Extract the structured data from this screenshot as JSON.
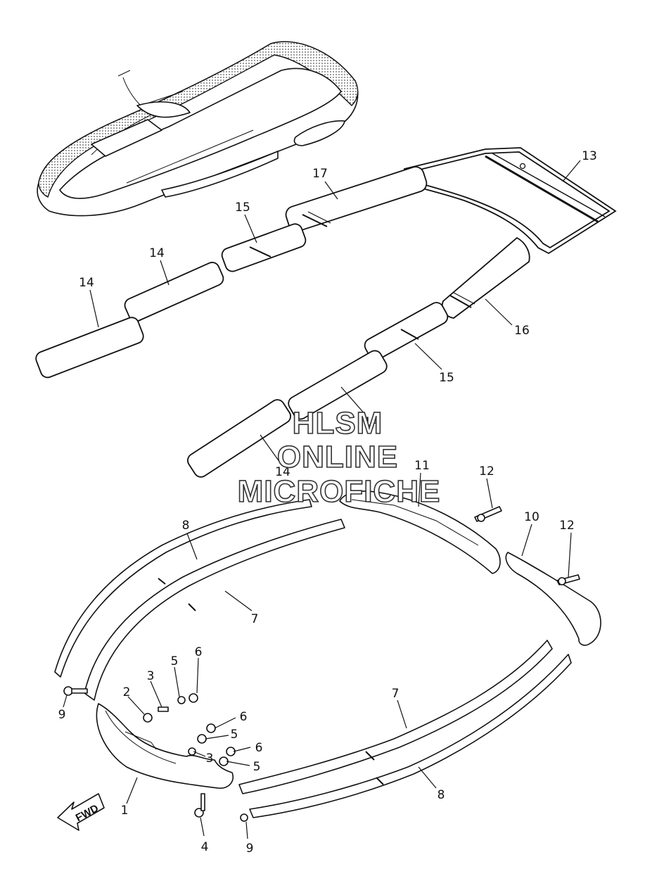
{
  "watermark": {
    "line1": "HLSM",
    "line2": "ONLINE",
    "line3": "MICROFICHE"
  },
  "fwd_label": "FWD",
  "callouts": {
    "c13": "13",
    "c17": "17",
    "c15a": "15",
    "c14a": "14",
    "c14b": "14",
    "c16": "16",
    "c15b": "15",
    "c14c": "14",
    "c14d": "14",
    "c11": "11",
    "c12a": "12",
    "c10": "10",
    "c12b": "12",
    "c8a": "8",
    "c7a": "7",
    "c6a": "6",
    "c5a": "5",
    "c3a": "3",
    "c2": "2",
    "c9a": "9",
    "c6b": "6",
    "c5b": "5",
    "c3b": "3",
    "c6c": "6",
    "c5c": "5",
    "c7b": "7",
    "c1": "1",
    "c4": "4",
    "c9b": "9",
    "c8b": "8"
  },
  "colors": {
    "line": "#111111",
    "pattern": "#555555"
  }
}
